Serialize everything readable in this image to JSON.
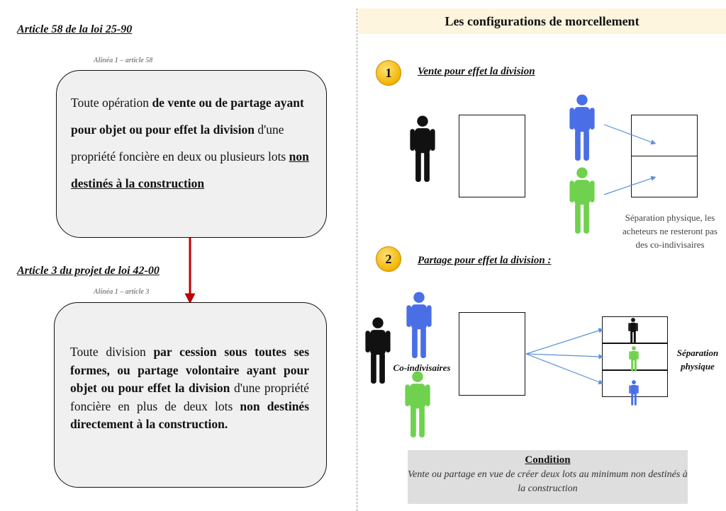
{
  "left": {
    "heading1": "Article 58 de la loi 25-90",
    "alinea1": "Alinéa 1 – article 58",
    "box1": {
      "t1": "Toute opération ",
      "b1": "de vente ou de partage ayant pour objet ou pour effet la division",
      "t2": " d'une propriété foncière en deux ou plusieurs lots ",
      "bu1": "non destinés à la construction"
    },
    "heading2": "Article 3 du projet de loi 42-00",
    "alinea2": "Alinéa 1 – article 3",
    "box2": {
      "t1": "Toute division ",
      "b1": "par cession sous toutes ses formes, ou partage volontaire ayant pour objet ou pour effet la division",
      "t2": " d'une propriété foncière en plus de deux lots ",
      "b2": "non destinés directement à la construction."
    }
  },
  "right": {
    "title": "Les configurations de morcellement",
    "section1": {
      "number": "1",
      "title": "Vente pour effet la division",
      "caption": "Séparation physique, les acheteurs ne resteront pas des co-indivisaires"
    },
    "section2": {
      "number": "2",
      "title": "Partage pour effet la division :",
      "coindivisaires": "Co-indivisaires",
      "separation": "Séparation physique"
    },
    "condition": {
      "title": "Condition",
      "text": "Vente ou partage en vue de créer deux lots au minimum non destinés à la construction"
    }
  },
  "colors": {
    "black": "#111111",
    "blue": "#4a6ee6",
    "green": "#6fd14e",
    "arrow_red": "#c00000",
    "arrow_blue": "#5b8fd6"
  }
}
